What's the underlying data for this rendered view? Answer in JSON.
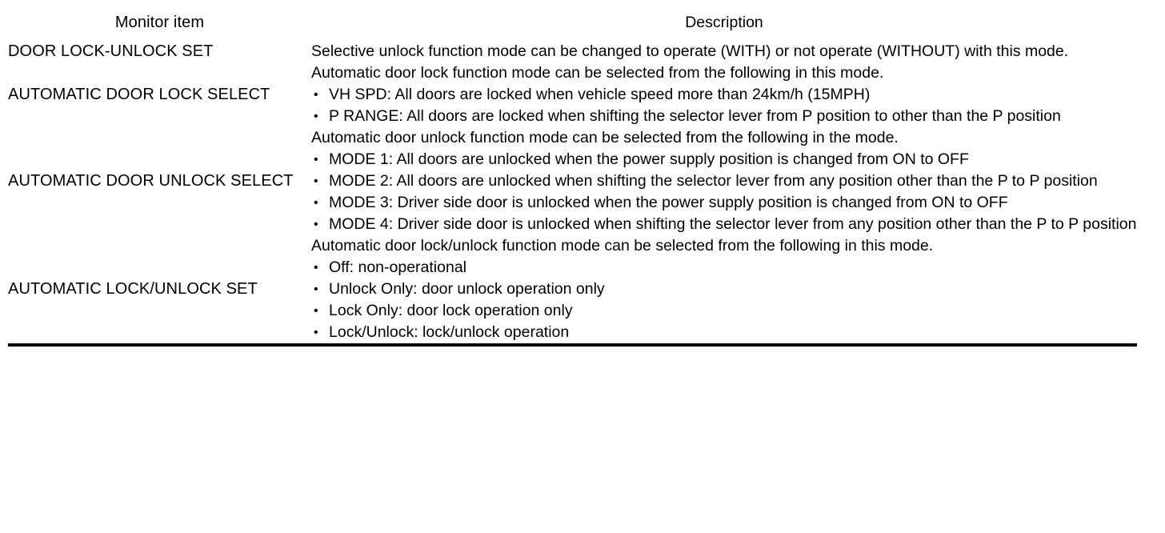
{
  "table": {
    "headers": {
      "monitor_item": "Monitor item",
      "description": "Description"
    },
    "bullet_glyph": "•",
    "rows": [
      {
        "item": "DOOR LOCK-UNLOCK SET",
        "lead": "Selective unlock function mode can be changed to operate (WITH) or not operate (WITHOUT) with this mode.",
        "bullets": []
      },
      {
        "item": "AUTOMATIC DOOR LOCK SELECT",
        "lead": "Automatic door lock function mode can be selected from the following in this mode.",
        "bullets": [
          "VH SPD: All doors are locked when vehicle speed more than 24km/h (15MPH)",
          "P RANGE: All doors are locked when shifting the selector lever from P position to other than the P position"
        ]
      },
      {
        "item": "AUTOMATIC DOOR UNLOCK SELECT",
        "lead": "Automatic door unlock function mode can be selected from the following in the mode.",
        "bullets": [
          "MODE 1: All doors are unlocked when the power supply position is changed from ON to OFF",
          "MODE 2: All doors are unlocked when shifting the selector lever from any position other than the P to P position",
          "MODE 3: Driver side door is unlocked when the power supply position is changed from ON to OFF",
          "MODE 4: Driver side door is unlocked when shifting the selector lever from any position other than the P to P position"
        ]
      },
      {
        "item": "AUTOMATIC LOCK/UNLOCK SET",
        "lead": "Automatic door lock/unlock function mode can be selected from the following in this mode.",
        "bullets": [
          "Off: non-operational",
          "Unlock Only: door unlock operation only",
          "Lock Only: door lock operation only",
          "Lock/Unlock: lock/unlock operation"
        ]
      }
    ]
  }
}
